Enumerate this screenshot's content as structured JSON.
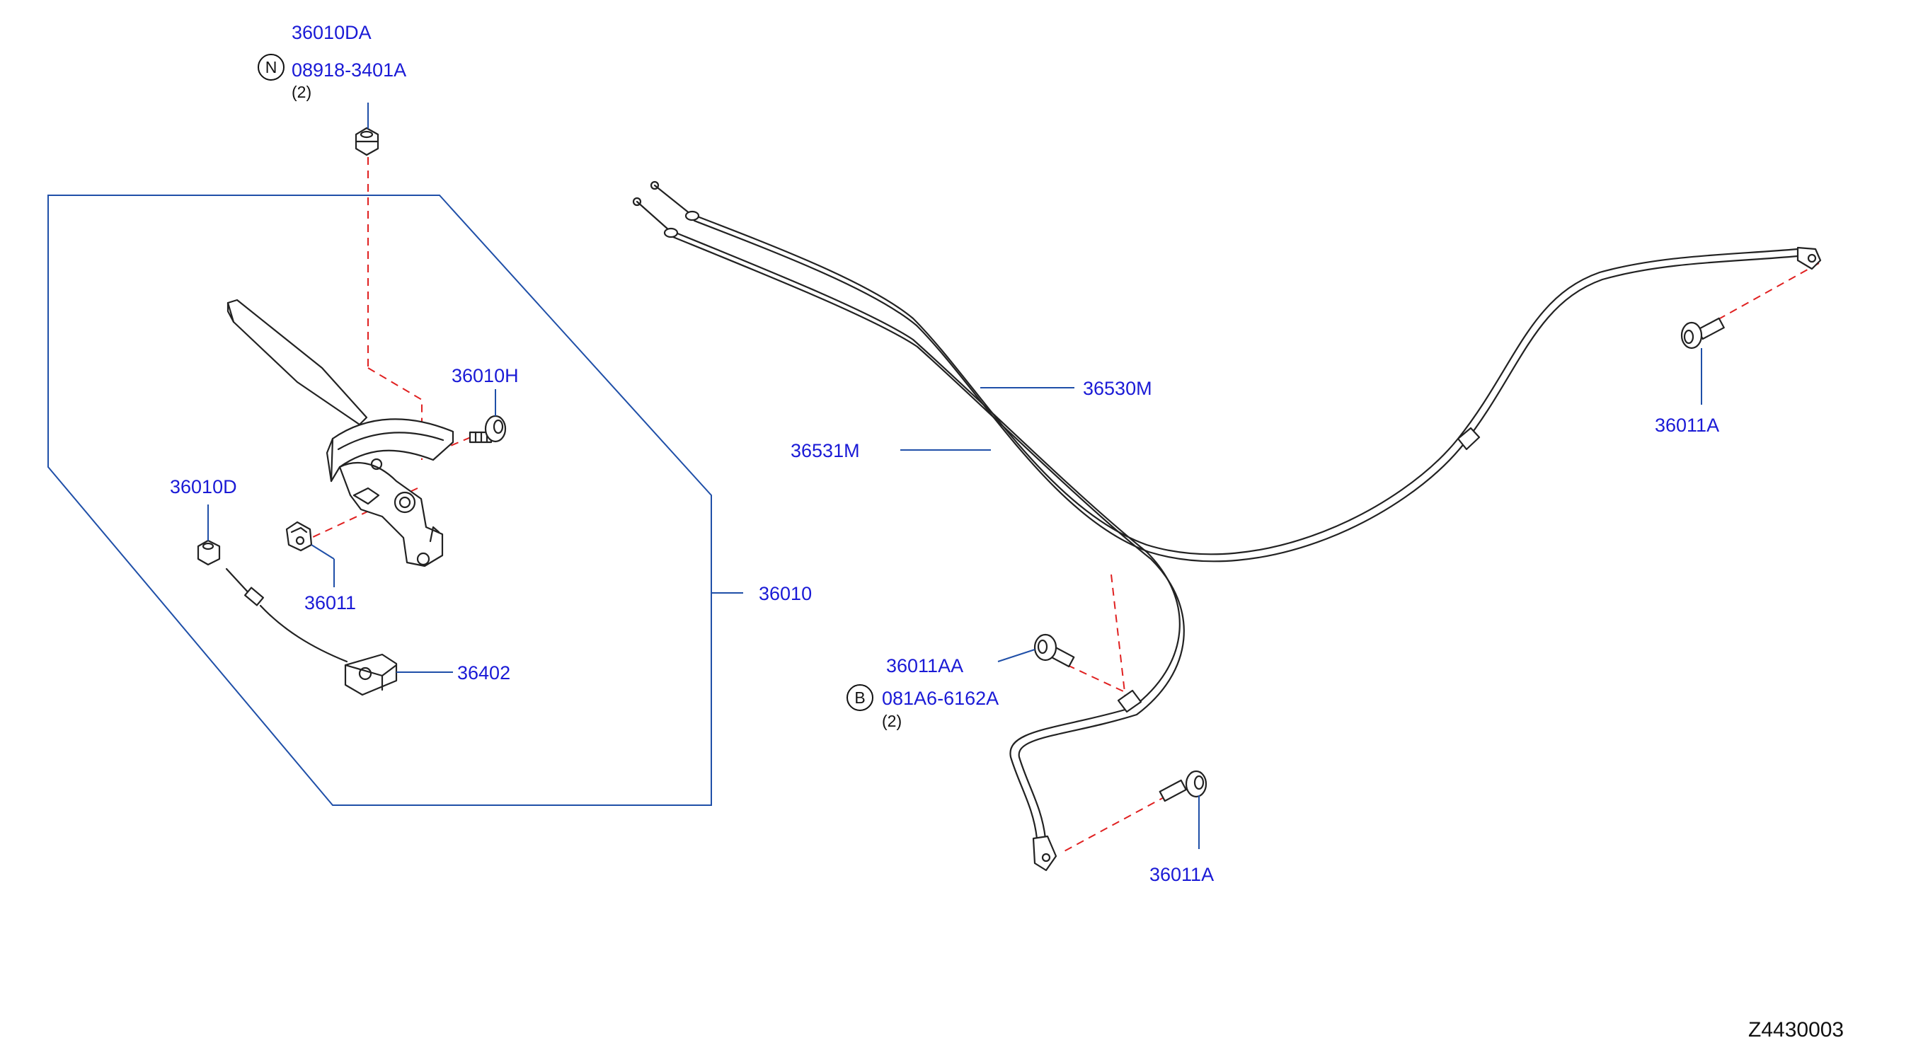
{
  "labels": {
    "p36010DA": "36010DA",
    "p08918": "08918-3401A",
    "p08918_qty": "(2)",
    "p36010H": "36010H",
    "p36010D": "36010D",
    "p36011": "36011",
    "p36010": "36010",
    "p36402": "36402",
    "p36530M": "36530M",
    "p36531M": "36531M",
    "p36011A_right": "36011A",
    "p36011AA": "36011AA",
    "p081A6": "081A6-6162A",
    "p081A6_qty": "(2)",
    "p36011A_bottom": "36011A"
  },
  "symbols": {
    "nut_symbol": "N",
    "bolt_symbol": "B"
  },
  "diagram_id": "Z4430003",
  "colors": {
    "label": "#1a1ad6",
    "leader": "#1f4fa8",
    "dashed": "#e02020",
    "part": "#222222"
  }
}
